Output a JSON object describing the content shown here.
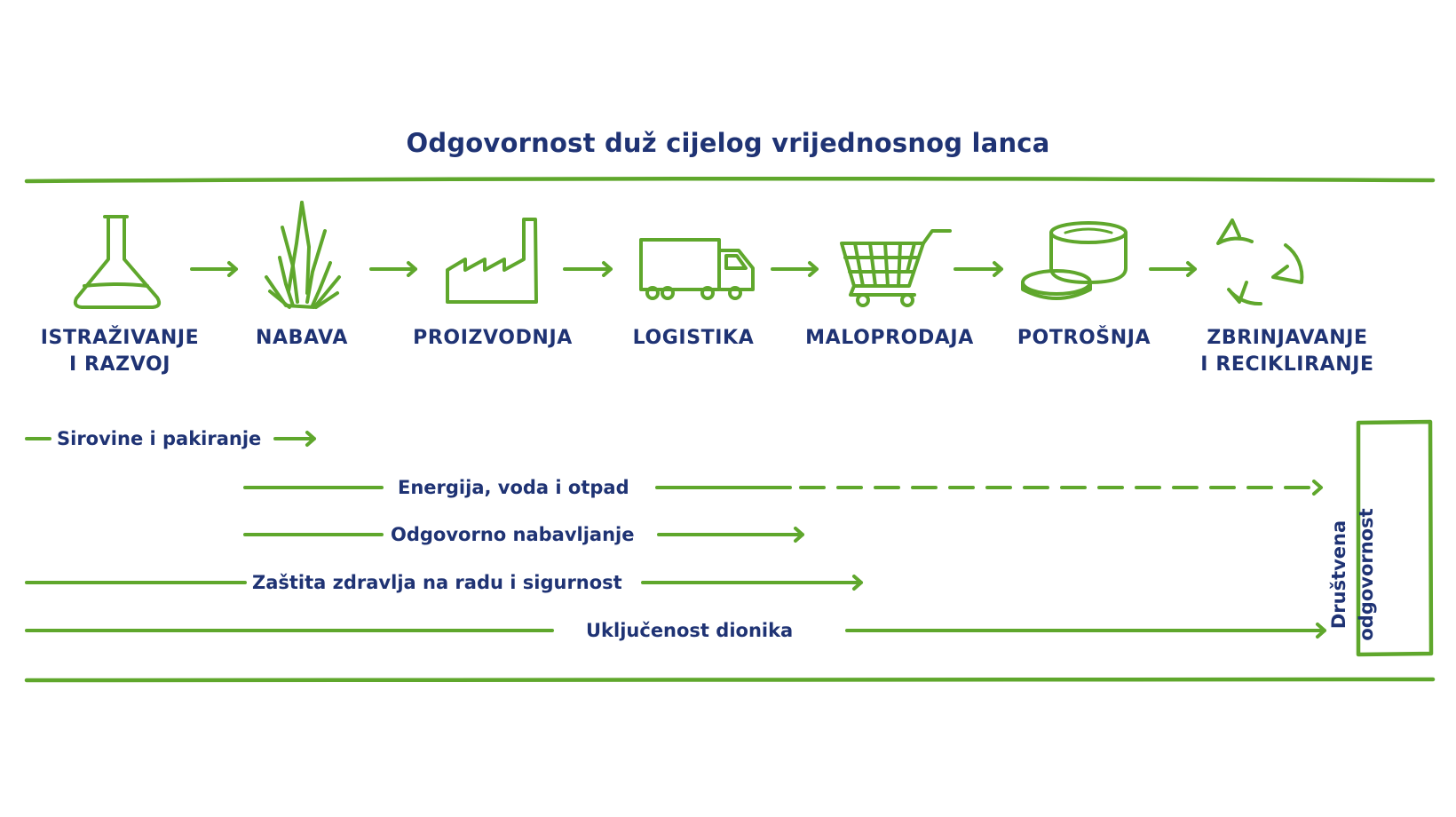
{
  "title": "Odgovornost duž cijelog vrijednosnog lanca",
  "stages": [
    {
      "line1": "ISTRAŽIVANJE",
      "line2": "I RAZVOJ",
      "icon": "flask-icon"
    },
    {
      "line1": "NABAVA",
      "line2": "",
      "icon": "aloe-plant-icon"
    },
    {
      "line1": "PROIZVODNJA",
      "line2": "",
      "icon": "factory-icon"
    },
    {
      "line1": "LOGISTIKA",
      "line2": "",
      "icon": "truck-icon"
    },
    {
      "line1": "MALOPRODAJA",
      "line2": "",
      "icon": "shopping-cart-icon"
    },
    {
      "line1": "POTROŠNJA",
      "line2": "",
      "icon": "cream-jar-icon"
    },
    {
      "line1": "ZBRINJAVANJE",
      "line2": "I RECIKLIRANJE",
      "icon": "recycle-icon"
    }
  ],
  "themes": [
    {
      "label": "Sirovine i pakiranje"
    },
    {
      "label": "Energija, voda i otpad"
    },
    {
      "label": "Odgovorno nabavljanje"
    },
    {
      "label": "Zaštita zdravlja na radu i sigurnost"
    },
    {
      "label": "Uključenost dionika"
    }
  ],
  "social_box": {
    "label": "Društvena odgovornost"
  },
  "colors": {
    "green": "#5fa72c",
    "navy": "#1f3374",
    "background": "#ffffff"
  }
}
